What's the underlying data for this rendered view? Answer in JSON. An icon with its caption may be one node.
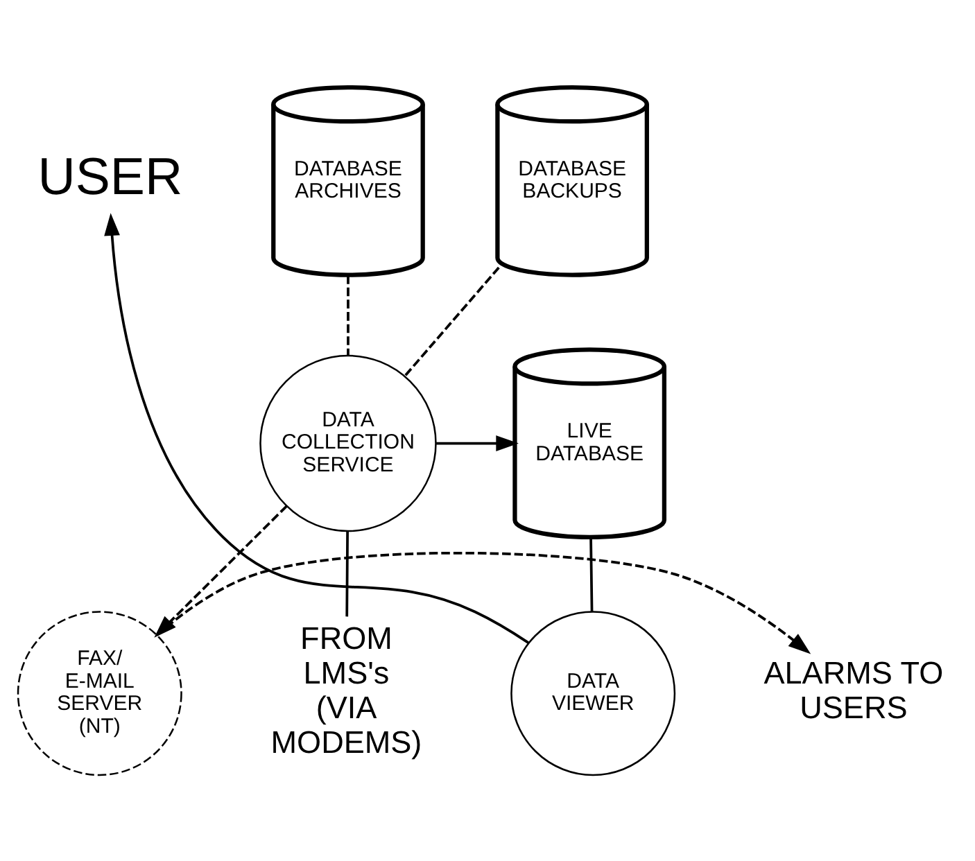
{
  "diagram": {
    "nodes": [
      {
        "text": [
          "USER"
        ]
      },
      {
        "text": [
          "DATA VIEWER"
        ]
      },
      {
        "text": [
          "DATABASE BACKUPS"
        ]
      },
      {
        "text": [
          "DATABASE ARCHIVES"
        ]
      },
      {
        "text": [
          "LIVE DATABASE"
        ]
      },
      {
        "text": [
          "DATA COLLECTION SERVICE"
        ]
      },
      {
        "text": [
          "ALARMS TO USERS"
        ]
      },
      {
        "text": [
          "FAX/ E-MAIL SERVER (NT)"
        ]
      },
      {
        "text": [
          "FROM LMS's (VIA MODEMS)"
        ]
      }
    ],
    "edges": [
      {
        "from": 1,
        "to": 0,
        "arrow": "to"
      },
      {
        "from": 4,
        "to": 1,
        "arrow": "none"
      },
      {
        "from": 5,
        "to": 4,
        "arrow": "to"
      },
      {
        "from": 2,
        "to": 5,
        "arrow": "none",
        "style": "dashed"
      },
      {
        "from": 3,
        "to": 5,
        "arrow": "none",
        "style": "dashed"
      },
      {
        "from": 5,
        "to": 7,
        "arrow": "to",
        "style": "dashed"
      },
      {
        "from": 7,
        "to": 6,
        "arrow": "to",
        "style": "dashed"
      },
      {
        "from": 8,
        "to": 5,
        "arrow": "none"
      }
    ]
  }
}
